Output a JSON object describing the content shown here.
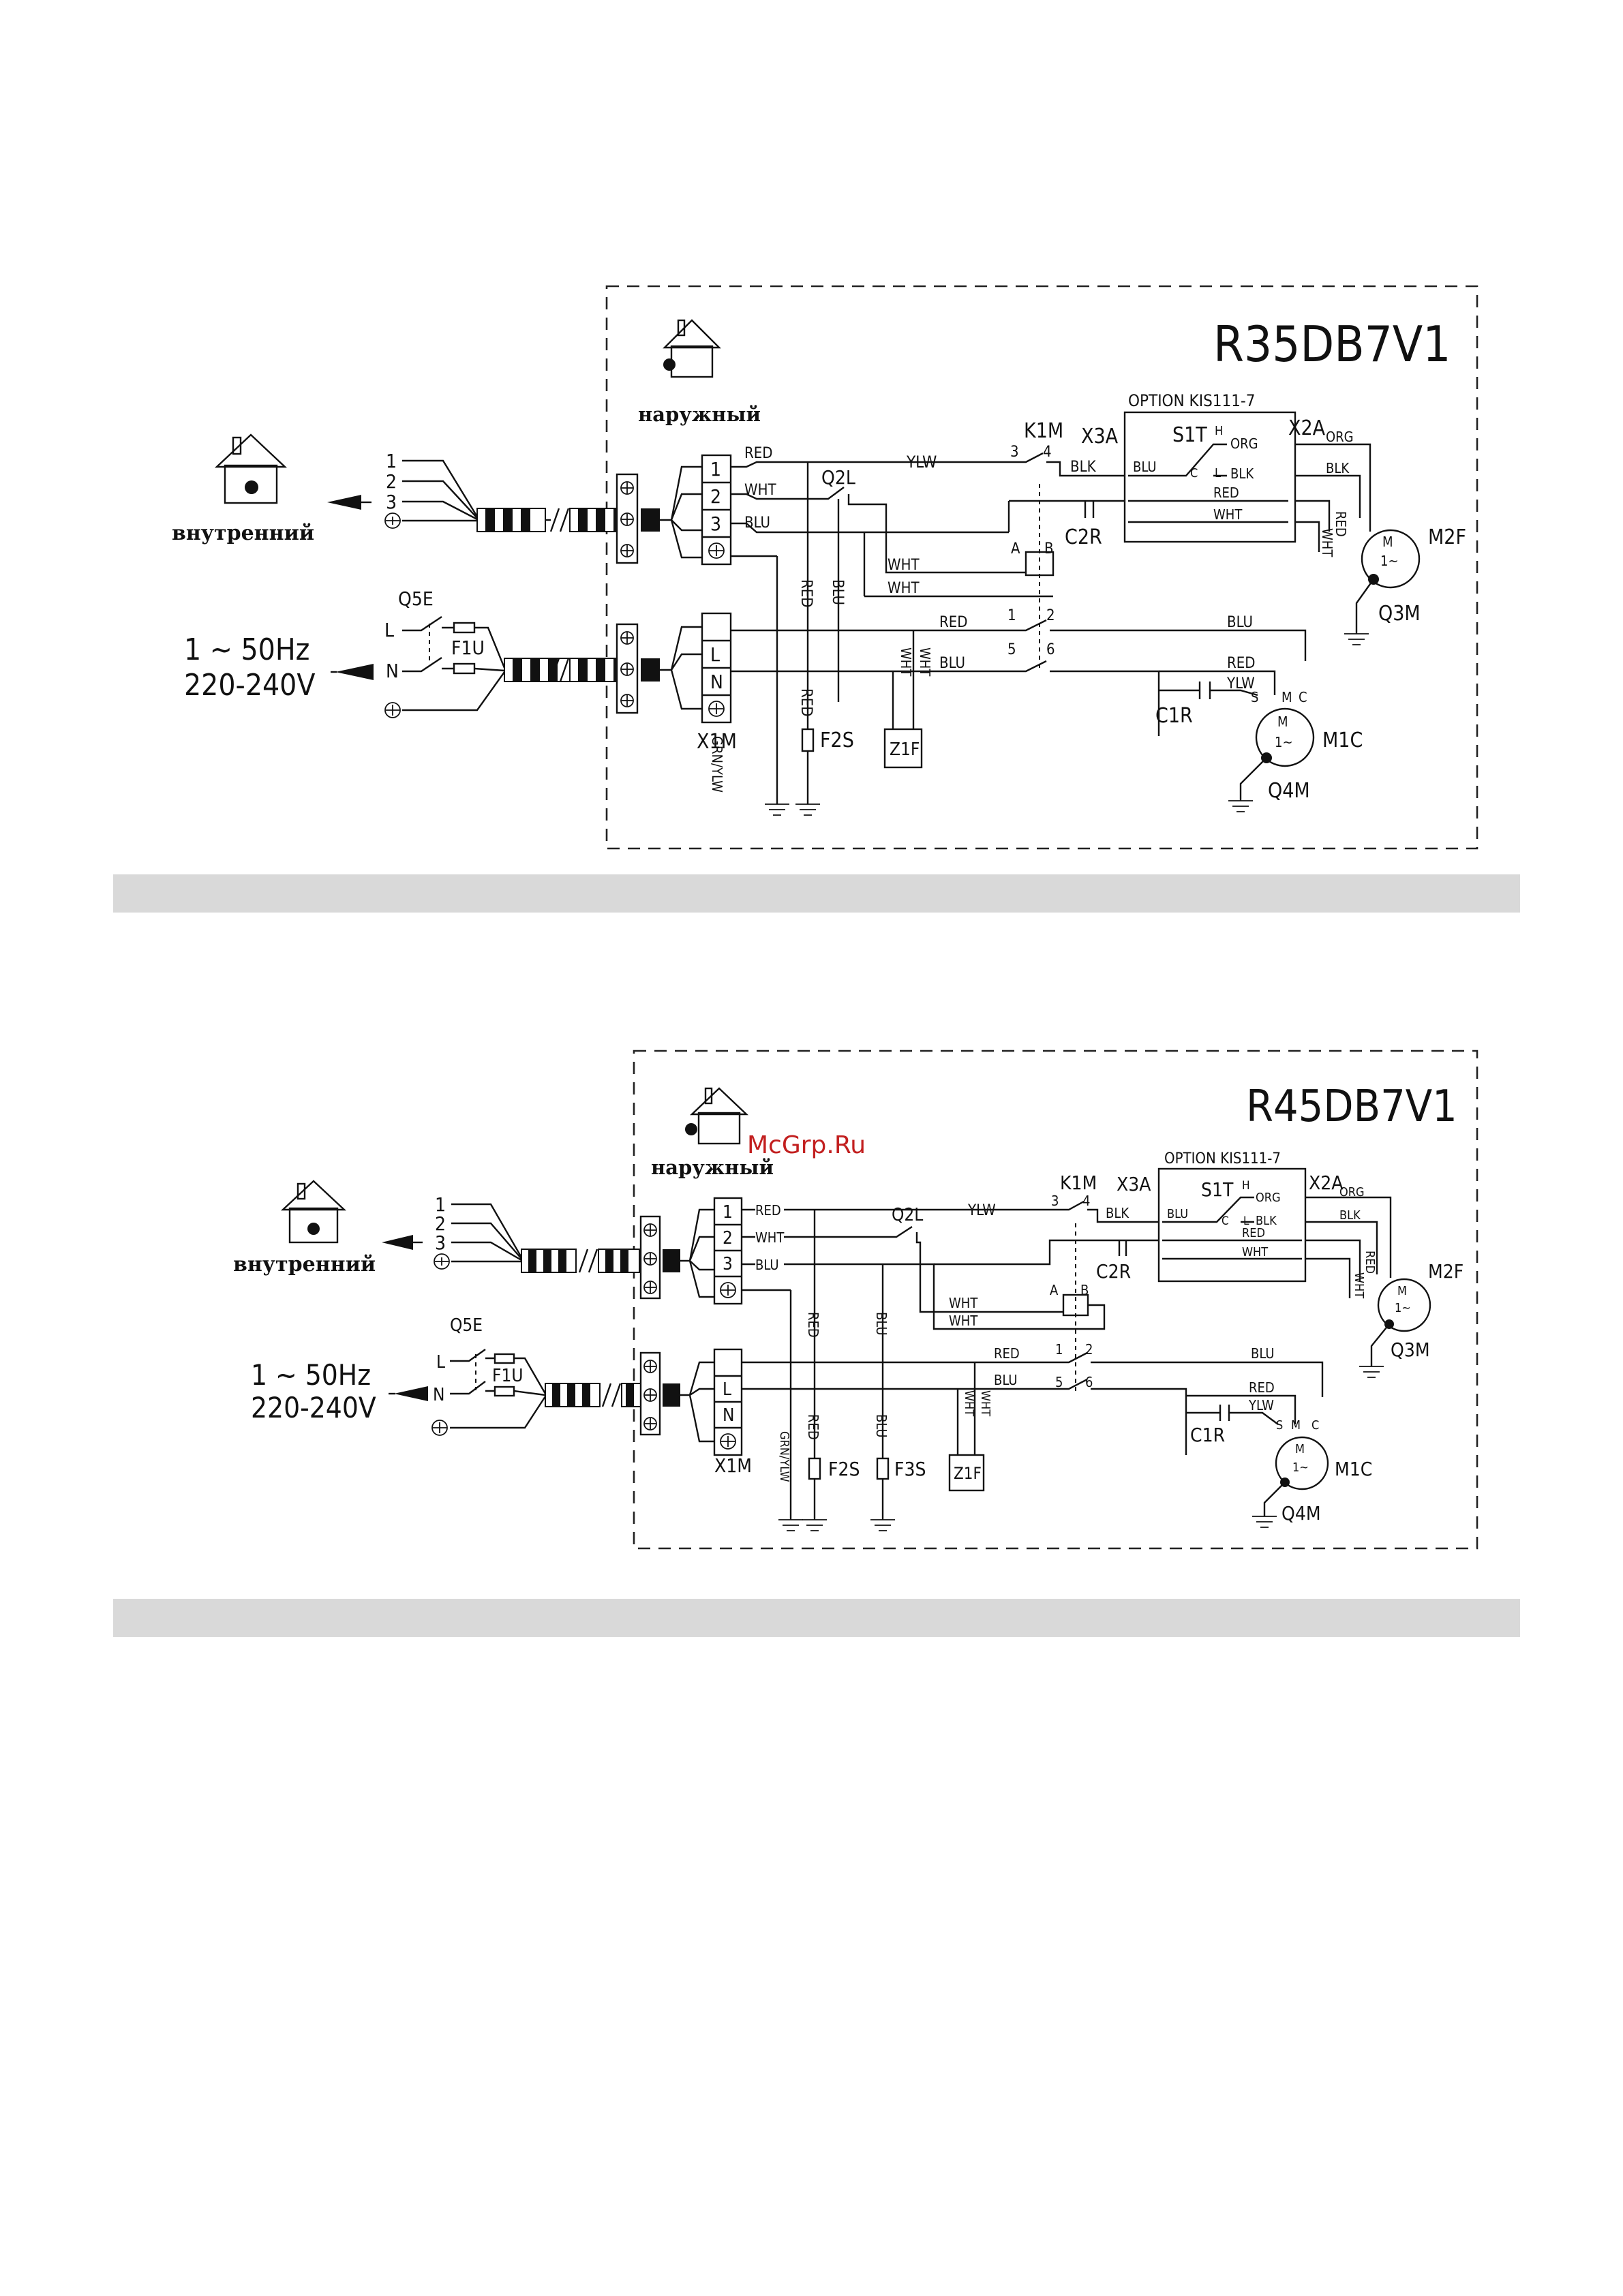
{
  "diagrams": [
    {
      "model": "R35DB7V1",
      "outdoor": "наружный",
      "indoor": "внутренний",
      "option": "OPTION KIS111-7",
      "cable_numbers": [
        "1",
        "2",
        "3"
      ],
      "terminals": [
        "1",
        "2",
        "3",
        "L",
        "N"
      ],
      "supply": {
        "freq": "1 ~ 50Hz",
        "volt": "220-240V",
        "L": "L",
        "N": "N"
      },
      "wires": {
        "red": "RED",
        "wht": "WHT",
        "blu": "BLU",
        "ylw": "YLW",
        "blk": "BLK",
        "org": "ORG",
        "grn": "GRN/YLW"
      },
      "components": {
        "q5e": "Q5E",
        "f1u": "F1U",
        "x1m": "X1M",
        "q2l": "Q2L",
        "k1m": "K1M",
        "x3a": "X3A",
        "s1t": "S1T",
        "x2a": "X2A",
        "c2r": "C2R",
        "m2f": "M2F",
        "q3m": "Q3M",
        "c1r": "C1R",
        "m1c": "M1C",
        "q4m": "Q4M",
        "f2s": "F2S",
        "f3s": "",
        "z1f": "Z1F"
      },
      "switch": {
        "h": "H",
        "l": "L",
        "c": "C"
      },
      "relay": {
        "a": "A",
        "b": "B"
      },
      "contacts": [
        "3",
        "4",
        "1",
        "2",
        "5",
        "6"
      ],
      "motor": {
        "m": "M",
        "one": "1~",
        "s": "S",
        "c": "C"
      }
    },
    {
      "model": "R45DB7V1",
      "outdoor": "наружный",
      "indoor": "внутренний",
      "option": "OPTION KIS111-7",
      "cable_numbers": [
        "1",
        "2",
        "3"
      ],
      "terminals": [
        "1",
        "2",
        "3",
        "L",
        "N"
      ],
      "supply": {
        "freq": "1 ~ 50Hz",
        "volt": "220-240V",
        "L": "L",
        "N": "N"
      },
      "wires": {
        "red": "RED",
        "wht": "WHT",
        "blu": "BLU",
        "ylw": "YLW",
        "blk": "BLK",
        "org": "ORG",
        "grn": "GRN/YLW"
      },
      "components": {
        "q5e": "Q5E",
        "f1u": "F1U",
        "x1m": "X1M",
        "q2l": "Q2L",
        "k1m": "K1M",
        "x3a": "X3A",
        "s1t": "S1T",
        "x2a": "X2A",
        "c2r": "C2R",
        "m2f": "M2F",
        "q3m": "Q3M",
        "c1r": "C1R",
        "m1c": "M1C",
        "q4m": "Q4M",
        "f2s": "F2S",
        "f3s": "F3S",
        "z1f": "Z1F"
      },
      "switch": {
        "h": "H",
        "l": "L",
        "c": "C"
      },
      "relay": {
        "a": "A",
        "b": "B"
      },
      "contacts": [
        "3",
        "4",
        "1",
        "2",
        "5",
        "6"
      ],
      "motor": {
        "m": "M",
        "one": "1~",
        "s": "S",
        "c": "C"
      }
    }
  ],
  "watermark": "McGrp.Ru"
}
